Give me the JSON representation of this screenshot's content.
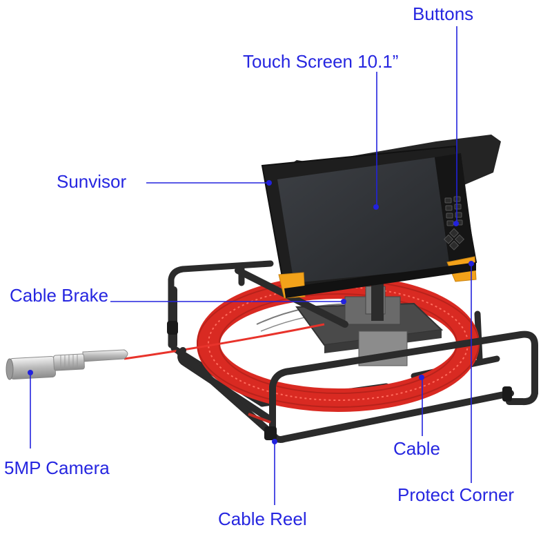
{
  "labels": {
    "buttons": "Buttons",
    "touch_screen": "Touch Screen 10.1”",
    "sunvisor": "Sunvisor",
    "cable_brake": "Cable Brake",
    "five_mp_camera": "5MP Camera",
    "cable": "Cable",
    "protect_corner": "Protect Corner",
    "cable_reel": "Cable Reel"
  },
  "colors": {
    "label_text": "#2626e0",
    "leader_line": "#2222dd",
    "frame_tube": "#2b2b2b",
    "cable": "#e8332b",
    "monitor_body": "#1f1f1f",
    "screen": "#2f3134",
    "protect_corner": "#f2a21a"
  }
}
